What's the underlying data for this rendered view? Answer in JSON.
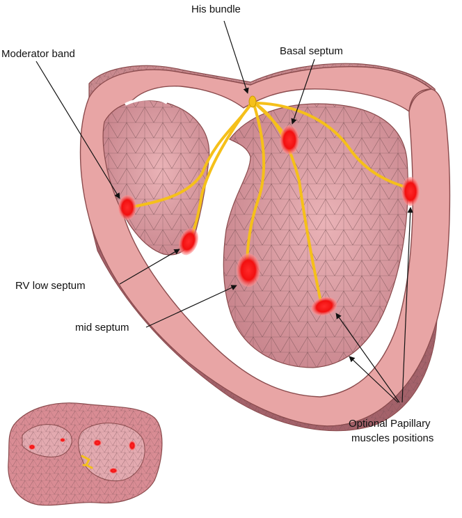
{
  "labels": {
    "his_bundle": "His bundle",
    "moderator_band": "Moderator band",
    "basal_septum": "Basal septum",
    "rv_low_septum": "RV low septum",
    "mid_septum": "mid septum",
    "papillary_line1": "Optional Papillary",
    "papillary_line2": "muscles positions"
  },
  "colors": {
    "wall": "#e8a5a5",
    "wall_edge": "#8a4a4c",
    "cavity": "#d99aa0",
    "mesh": "#6e4a50",
    "fiber": "#f5c01a",
    "site": "#ff1a1a"
  }
}
